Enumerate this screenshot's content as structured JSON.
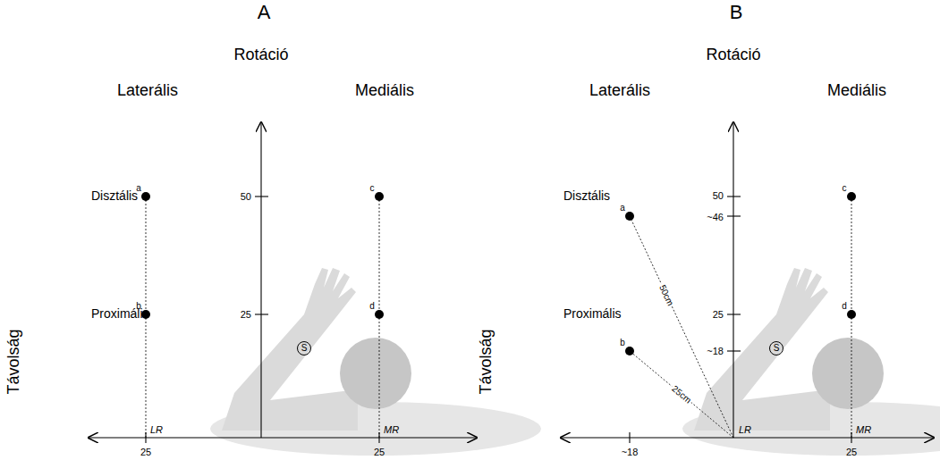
{
  "diagram": {
    "nodes": [
      {
        "text": [
          "S"
        ]
      },
      {
        "text": [
          "S"
        ]
      }
    ],
    "labels": [
      "A",
      "Rotáció",
      "Laterális",
      "Mediális",
      "Disztális",
      "a",
      "50",
      "c",
      "Távolság",
      "Proximális",
      "b",
      "25",
      "d",
      "LR",
      "MR",
      "25",
      "25",
      "B",
      "Rotáció",
      "Laterális",
      "Mediális",
      "Disztális",
      "a",
      "50",
      "c",
      "~46",
      "Távolság",
      "50cm",
      "Proximális",
      "25",
      "d",
      "b",
      "~18",
      "25cm",
      "LR",
      "MR",
      "~18",
      "25"
    ]
  }
}
